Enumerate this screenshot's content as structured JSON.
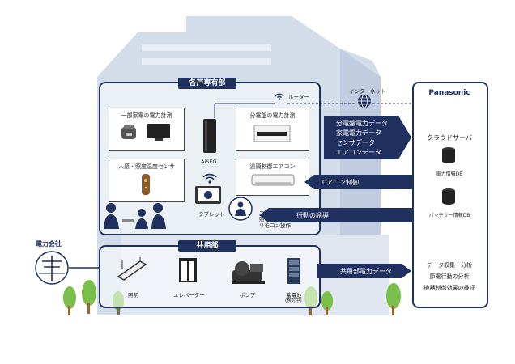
{
  "title_private": "各戸専有部",
  "title_common": "共用部",
  "utility_company": "電力会社",
  "router": "ルーター",
  "internet": "インターネット",
  "panasonic": "Panasonic",
  "private_boxes": {
    "appliance_power": "一部家電の電力計測",
    "board_power": "分電盤の電力計測",
    "sensor": "人感・照度温度センサ",
    "aircon": "遠隔制御エアコン"
  },
  "aiseg": "AiSEG",
  "tablet": "タブレット",
  "remote_op": [
    "エアコン",
    "照明",
    "リモコン操作"
  ],
  "data_flow": [
    "分電盤電力データ",
    "家電電力データ",
    "センサデータ",
    "エアコンデータ"
  ],
  "aircon_control": "エアコン制御",
  "behavior_guidance": "行動の誘導",
  "common_flow": "共用部電力データ",
  "common_items": {
    "lighting": "照明",
    "elevator": "エレベーター",
    "pump": "ポンプ",
    "battery": "蓄電池",
    "battery_note": "(検討中)"
  },
  "cloud": {
    "title": "クラウドサーバ",
    "power_db": "電力情報DB",
    "battery_db": "バッテリー情報DB",
    "analysis": [
      "データ収集・分析",
      "節電行動の分析",
      "機器制御効果の検証"
    ]
  },
  "colors": {
    "navy": "#20315f",
    "building": "#c9d6e6"
  }
}
